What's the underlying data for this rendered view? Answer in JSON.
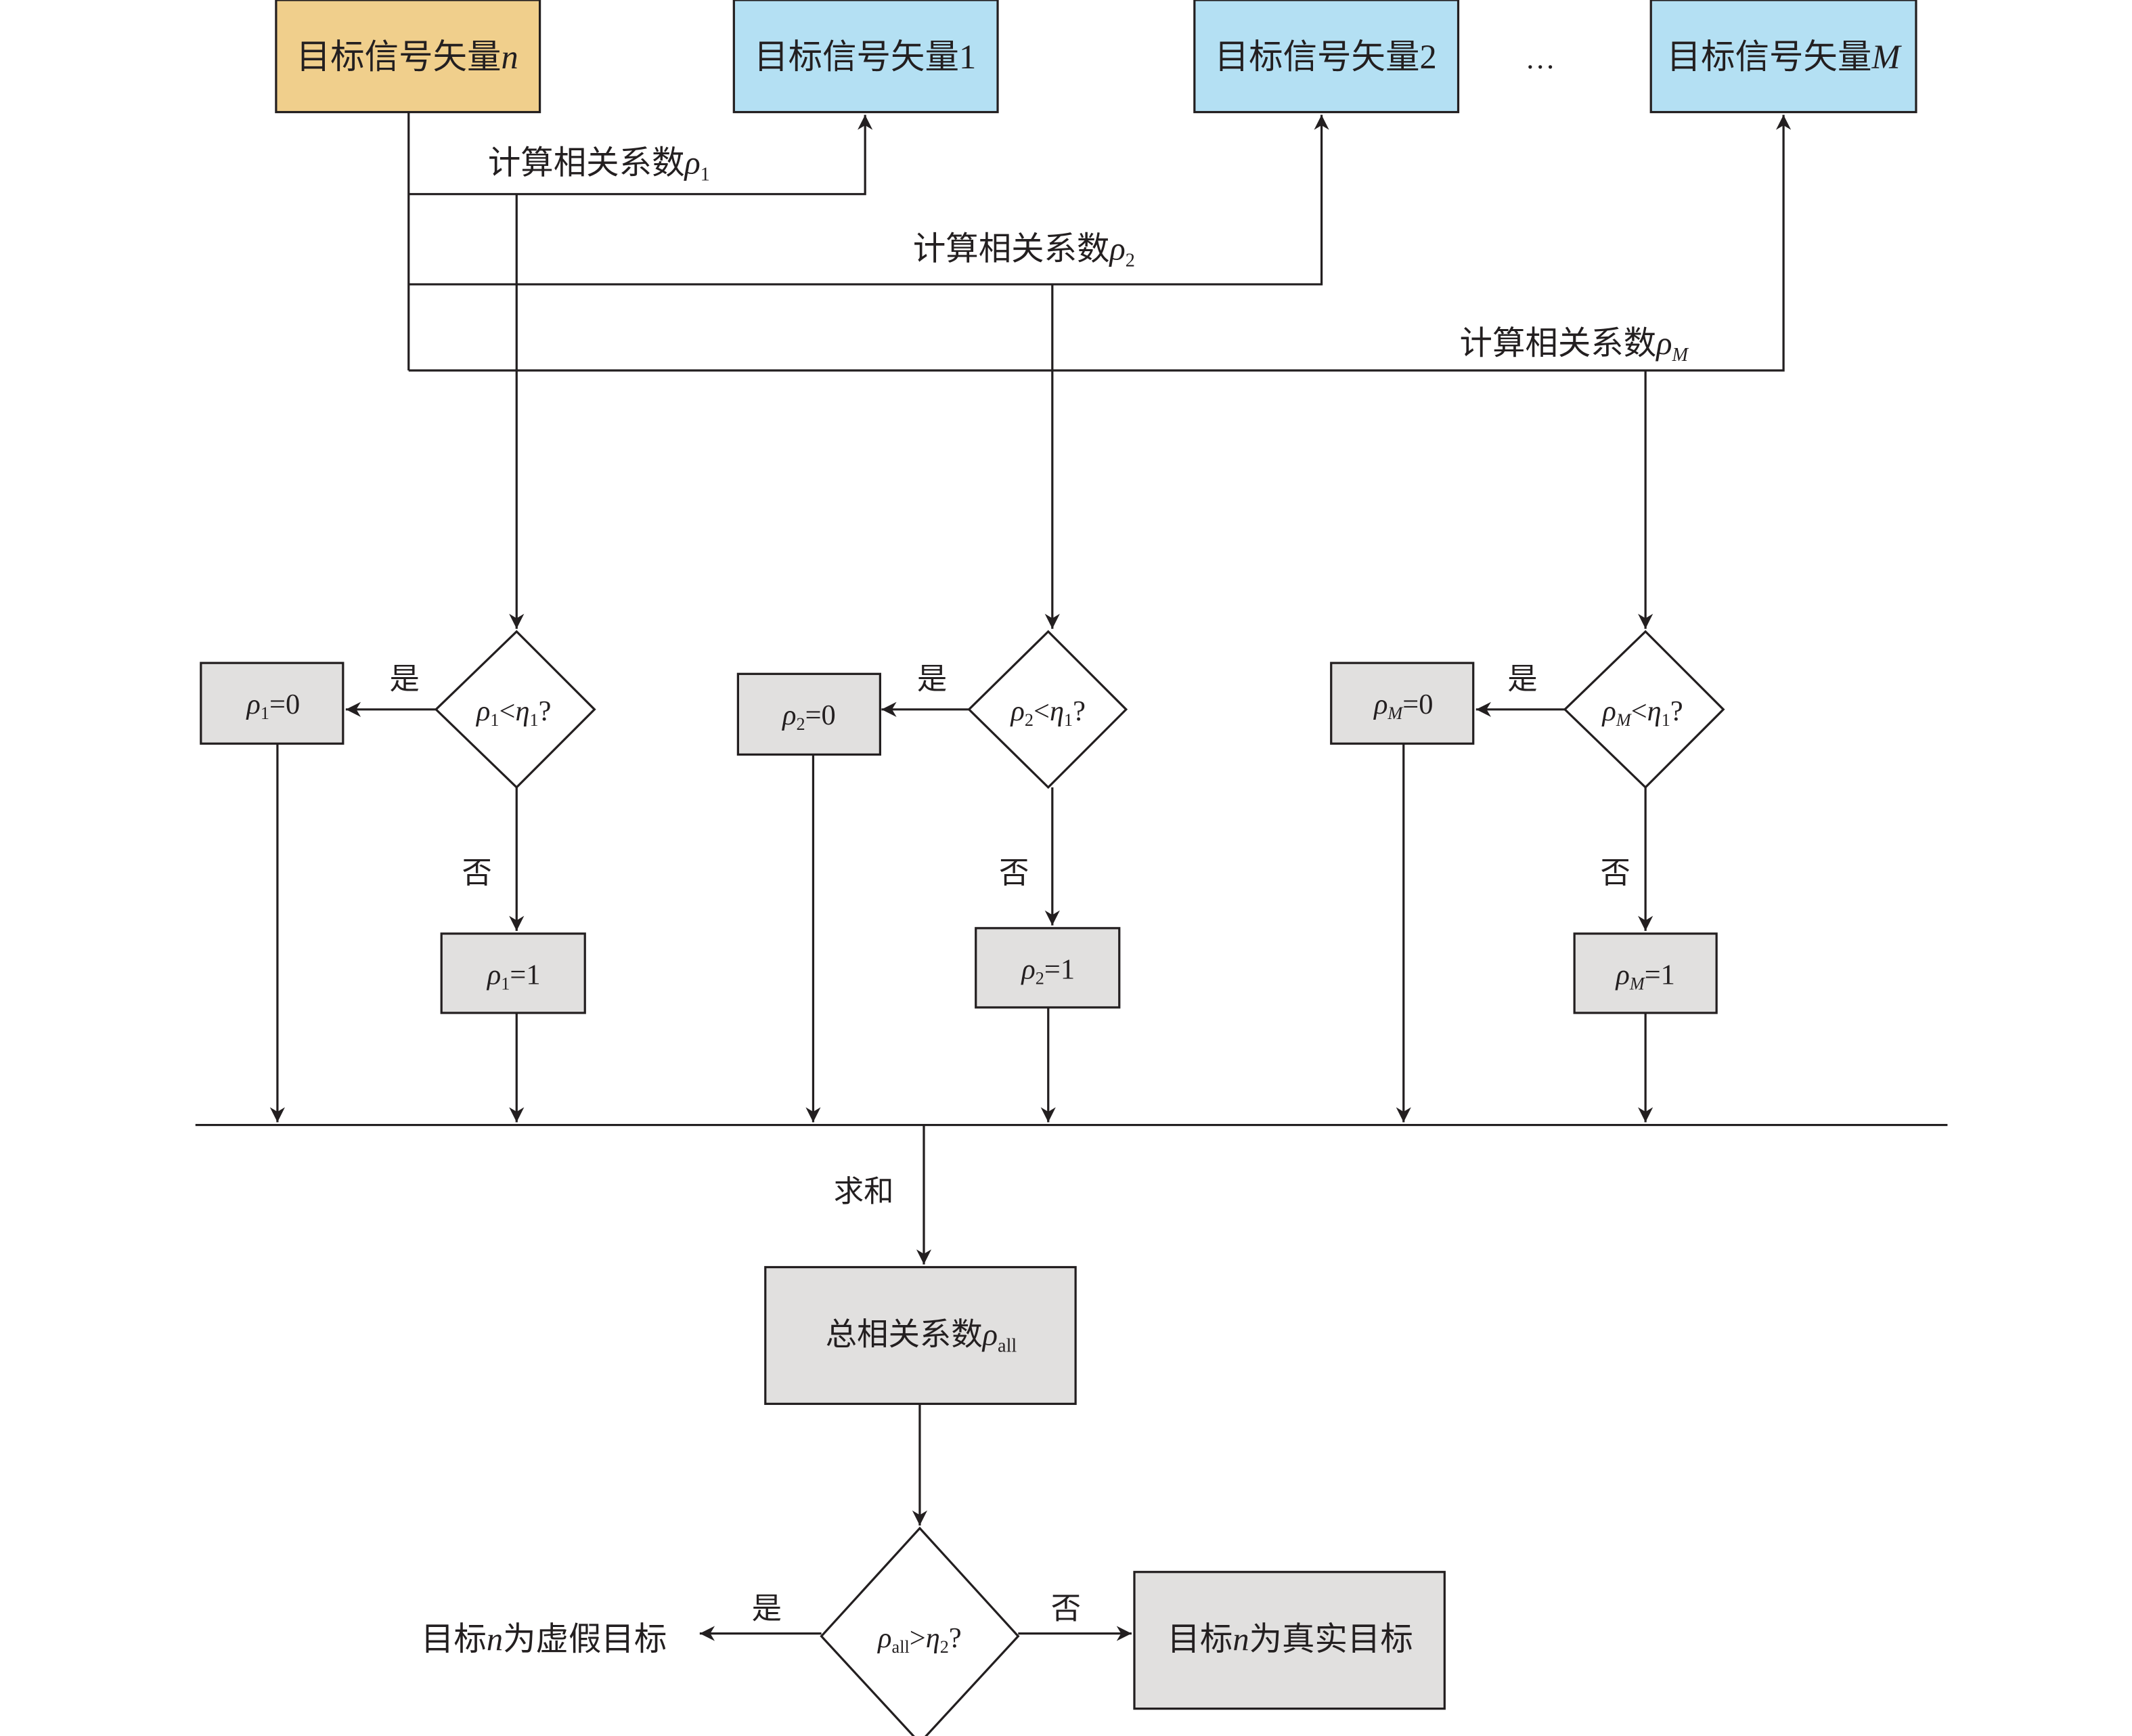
{
  "colors": {
    "source_box": "#F0CF8C",
    "target_box": "#B4E0F3",
    "process_box": "#E1E0DF",
    "decision_box": "#FFFFFF",
    "line": "#231F20"
  },
  "top_row": {
    "source": {
      "text": "目标信号矢量",
      "var": "n"
    },
    "targets": [
      {
        "text": "目标信号矢量",
        "var": "1"
      },
      {
        "text": "目标信号矢量",
        "var": "2"
      },
      {
        "text": "目标信号矢量",
        "var": "M"
      }
    ],
    "ellipsis": "…"
  },
  "branch_labels": [
    {
      "text": "计算相关系数",
      "sym": "ρ",
      "sub": "1"
    },
    {
      "text": "计算相关系数",
      "sym": "ρ",
      "sub": "2"
    },
    {
      "text": "计算相关系数",
      "sym": "ρ",
      "sub": "M"
    }
  ],
  "columns": [
    {
      "decision": {
        "sym": "ρ",
        "sub": "1",
        "op": "<",
        "thr": "η",
        "thr_sub": "1",
        "q": "?"
      },
      "yes_label": "是",
      "no_label": "否",
      "yes_box": {
        "sym": "ρ",
        "sub": "1",
        "rest": "=0"
      },
      "no_box": {
        "sym": "ρ",
        "sub": "1",
        "rest": "=1"
      }
    },
    {
      "decision": {
        "sym": "ρ",
        "sub": "2",
        "op": "<",
        "thr": "η",
        "thr_sub": "1",
        "q": "?"
      },
      "yes_label": "是",
      "no_label": "否",
      "yes_box": {
        "sym": "ρ",
        "sub": "2",
        "rest": "=0"
      },
      "no_box": {
        "sym": "ρ",
        "sub": "2",
        "rest": "=1"
      }
    },
    {
      "decision": {
        "sym": "ρ",
        "sub": "M",
        "op": "<",
        "thr": "η",
        "thr_sub": "1",
        "q": "?"
      },
      "yes_label": "是",
      "no_label": "否",
      "yes_box": {
        "sym": "ρ",
        "sub": "M",
        "rest": "=0"
      },
      "no_box": {
        "sym": "ρ",
        "sub": "M",
        "rest": "=1"
      }
    }
  ],
  "sum_label": "求和",
  "total_box": {
    "text": "总相关系数",
    "sym": "ρ",
    "sub": "all"
  },
  "final_decision": {
    "sym": "ρ",
    "sub": "all",
    "op": ">",
    "thr": "η",
    "thr_sub": "2",
    "q": "?"
  },
  "final_yes_label": "是",
  "final_no_label": "否",
  "false_target": {
    "pre": "目标",
    "var": "n",
    "post": "为虚假目标"
  },
  "true_target": {
    "pre": "目标",
    "var": "n",
    "post": "为真实目标"
  }
}
